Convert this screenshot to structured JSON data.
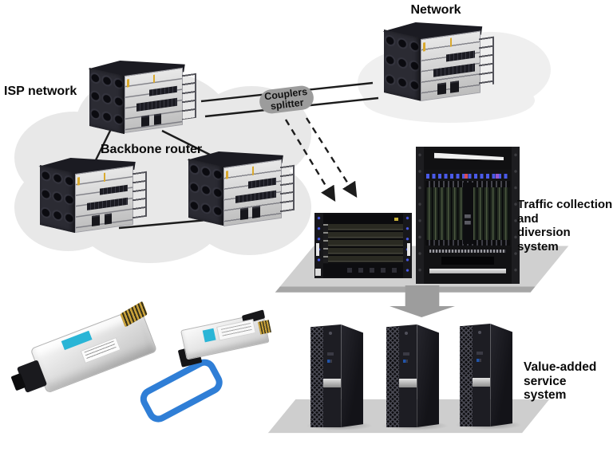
{
  "labels": {
    "network": "Network",
    "isp_network": "ISP network",
    "backbone_router": "Backbone router",
    "couplers_splitter": [
      "Couplers",
      "splitter"
    ],
    "traffic_system": [
      "Traffic collection",
      "and",
      "diversion system"
    ],
    "value_added": [
      "Value-added",
      "service",
      "system"
    ]
  },
  "icons": [
    "backbone-router",
    "network-router",
    "couplers-splitter-node",
    "traffic-collection-server",
    "diversion-rack-chassis",
    "value-added-server-tower",
    "cfp-optical-transceiver",
    "qsfp-optical-transceiver",
    "network-cloud",
    "isp-network-cloud",
    "down-arrow",
    "dashed-tap-arrow"
  ],
  "colors": {
    "cloud_gray": "#e8e8e8",
    "platform_gray": "#cfcfcf",
    "arrow_gray": "#9d9d9d",
    "pill_gray": "#9c9c9c",
    "line_black": "#1c1c1c",
    "label_text": "#0a0a0a",
    "transceiver_label_cyan": "#2ab5d6",
    "pull_tab_blue": "#2f7ed6",
    "latch_yellow": "#d9a92e"
  }
}
